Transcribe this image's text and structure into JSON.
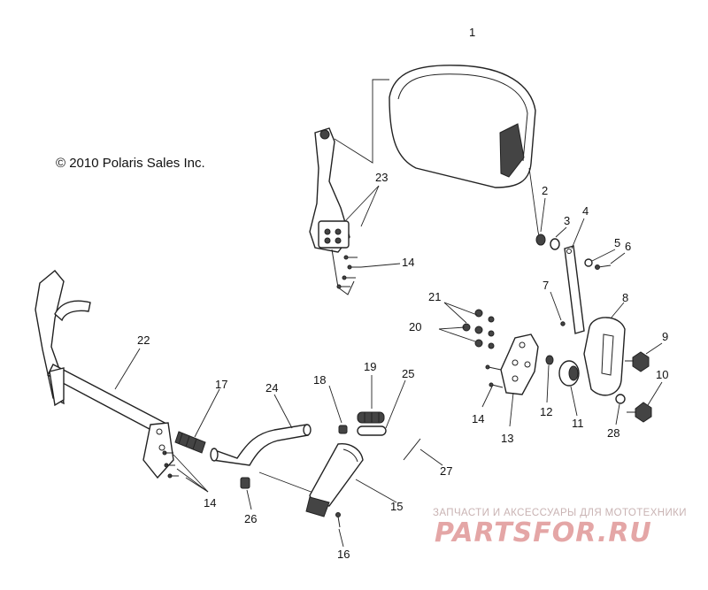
{
  "copyright": "© 2010 Polaris Sales Inc.",
  "callouts": {
    "p1": "1",
    "p2": "2",
    "p3": "3",
    "p4": "4",
    "p5": "5",
    "p6": "6",
    "p7": "7",
    "p8": "8",
    "p9": "9",
    "p10": "10",
    "p11": "11",
    "p12": "12",
    "p13": "13",
    "p14a": "14",
    "p14b": "14",
    "p14c": "14",
    "p15": "15",
    "p16": "16",
    "p17": "17",
    "p18": "18",
    "p19": "19",
    "p20": "20",
    "p21": "21",
    "p22": "22",
    "p23": "23",
    "p24": "24",
    "p25": "25",
    "p26": "26",
    "p27": "27",
    "p28": "28"
  },
  "watermark": {
    "tagline": "ЗАПЧАСТИ И АКСЕССУАРЫ ДЛЯ МОТОТЕХНИКИ",
    "logo": "PARTSFOR.RU"
  }
}
